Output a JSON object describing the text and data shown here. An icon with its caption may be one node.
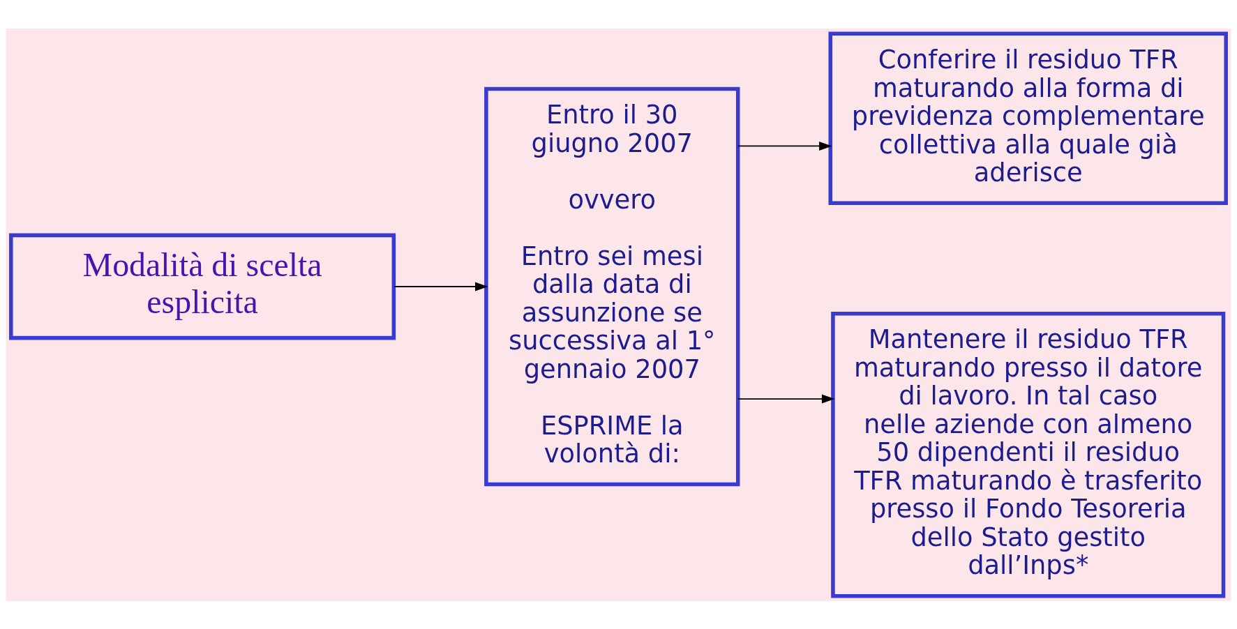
{
  "diagram": {
    "nodes": [
      {
        "text": [
          "Modalità di scelta esplicita"
        ]
      },
      {
        "text": [
          "Entro il 30 giugno 2007",
          "ovvero",
          "Entro sei mesi dalla data di assunzione se successiva al 1° gennaio 2007",
          "ESPRIME la volontà di:"
        ]
      },
      {
        "text": [
          "Conferire il residuo TFR maturando alla forma di previdenza complementare collettiva alla quale già aderisce"
        ]
      },
      {
        "text": [
          "Mantenere il residuo TFR maturando presso il datore di lavoro. In tal caso nelle aziende con almeno 50 dipendenti il residuo TFR maturando è trasferito presso il Fondo Tesoreria dello Stato gestito dall’Inps*"
        ]
      }
    ],
    "edges": [
      {
        "from": 0,
        "to": 1,
        "arrow": "to"
      },
      {
        "from": 1,
        "to": 2,
        "arrow": "to"
      },
      {
        "from": 1,
        "to": 3,
        "arrow": "to"
      }
    ]
  }
}
